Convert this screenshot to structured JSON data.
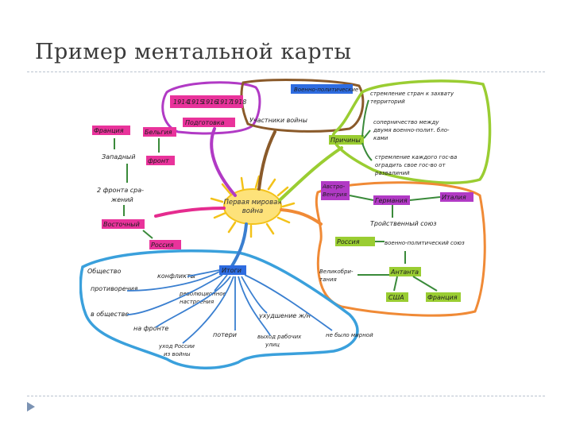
{
  "slide": {
    "title": "Пример ментальной карты"
  },
  "mindmap": {
    "center": {
      "line1": "Первая мировая",
      "line2": "война"
    },
    "top": {
      "years": [
        "1914",
        "1915",
        "1916",
        "1917",
        "1918"
      ],
      "preparation": "Подготовка",
      "participants": "Участники войны",
      "blue_label": "Военно-политические"
    },
    "left_pink": {
      "france": "Франция",
      "belgium": "Бельгия",
      "western": "Западный",
      "front": "фронт",
      "two_fronts_l1": "2 фронта сра-",
      "two_fronts_l2": "жений",
      "eastern": "Восточный",
      "russia": "Россия"
    },
    "right_green": {
      "causes": "Причины",
      "cause1_l1": "стремление стран к захвату",
      "cause1_l2": "территорий",
      "cause2_l1": "соперничество между",
      "cause2_l2": "двумя военно-полит. бло-",
      "cause2_l3": "ками",
      "cause3_l1": "стремление каждого гос-ва",
      "cause3_l2": "оградить свое гос-во от",
      "cause3_l3": "развалиний"
    },
    "right_orange": {
      "austria_l1": "Австро-",
      "austria_l2": "Венгрия",
      "germany": "Германия",
      "italy": "Италия",
      "triple_alliance": "Тройственный союз",
      "russia": "Россия",
      "entente": "военно-политический союз",
      "britain_l1": "Великобри-",
      "britain_l2": "тания",
      "entente2": "Антанта",
      "usa": "США",
      "france": "Франция"
    },
    "bottom_blue": {
      "results": "Итоги",
      "society": "Общество",
      "conflicts": "конфликты",
      "contradictions": "противоречия",
      "revolutionary_l1": "революционное",
      "revolutionary_l2": "настроения",
      "in_society": "в обществе",
      "at_front": "на фронте",
      "deterioration": "ухудшение ж/н",
      "losses": "потери",
      "no_peace": "не было мирной",
      "workers_l1": "выход рабочих",
      "workers_l2": "улиц",
      "russia_exit_l1": "уход России",
      "russia_exit_l2": "из войны"
    }
  }
}
